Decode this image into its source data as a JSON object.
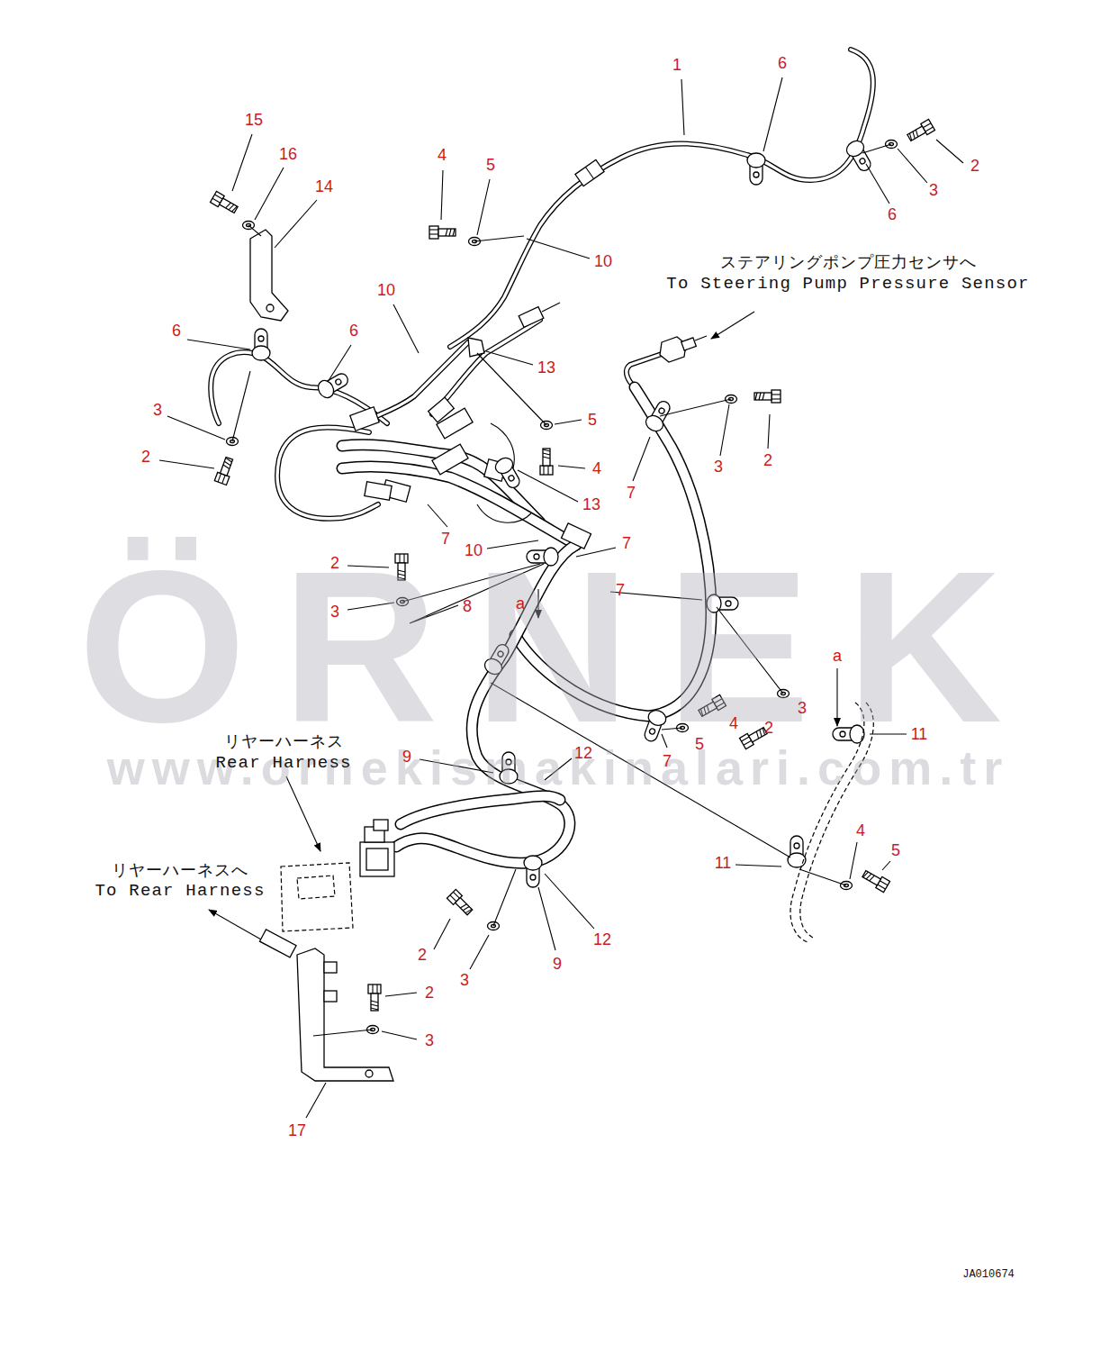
{
  "diagram": {
    "labels": [
      "1",
      "6",
      "15",
      "16",
      "4",
      "5",
      "2",
      "14",
      "3",
      "6",
      "10",
      "ステアリングポンプ圧力センサへ",
      "To Steering Pump Pressure Sensor",
      "10",
      "6",
      "6",
      "13",
      "3",
      "5",
      "2",
      "2",
      "3",
      "4",
      "7",
      "13",
      "7",
      "7",
      "10",
      "2",
      "7",
      "a",
      "8",
      "3",
      "ÖRNEK",
      "a",
      "3",
      "4",
      "2",
      "11",
      "リヤーハーネス",
      "5",
      "9",
      "12",
      "7",
      "Rear Harness",
      "www.ornekismakinalari.com.tr",
      "4",
      "5",
      "11",
      "リヤーハーネスへ",
      "To Rear Harness",
      "12",
      "2",
      "9",
      "3",
      "2",
      "3",
      "17",
      "JA010674"
    ]
  }
}
